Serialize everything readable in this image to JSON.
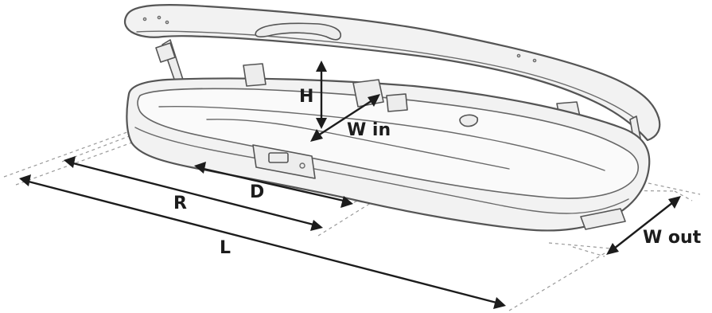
{
  "dimensions": {
    "H": "H",
    "W_in": "W in",
    "D": "D",
    "R": "R",
    "L": "L",
    "W_out": "W out"
  },
  "colors": {
    "ink": "#1c1c1c",
    "outline": "#5a5a5a",
    "guide": "#9a9a9a"
  }
}
